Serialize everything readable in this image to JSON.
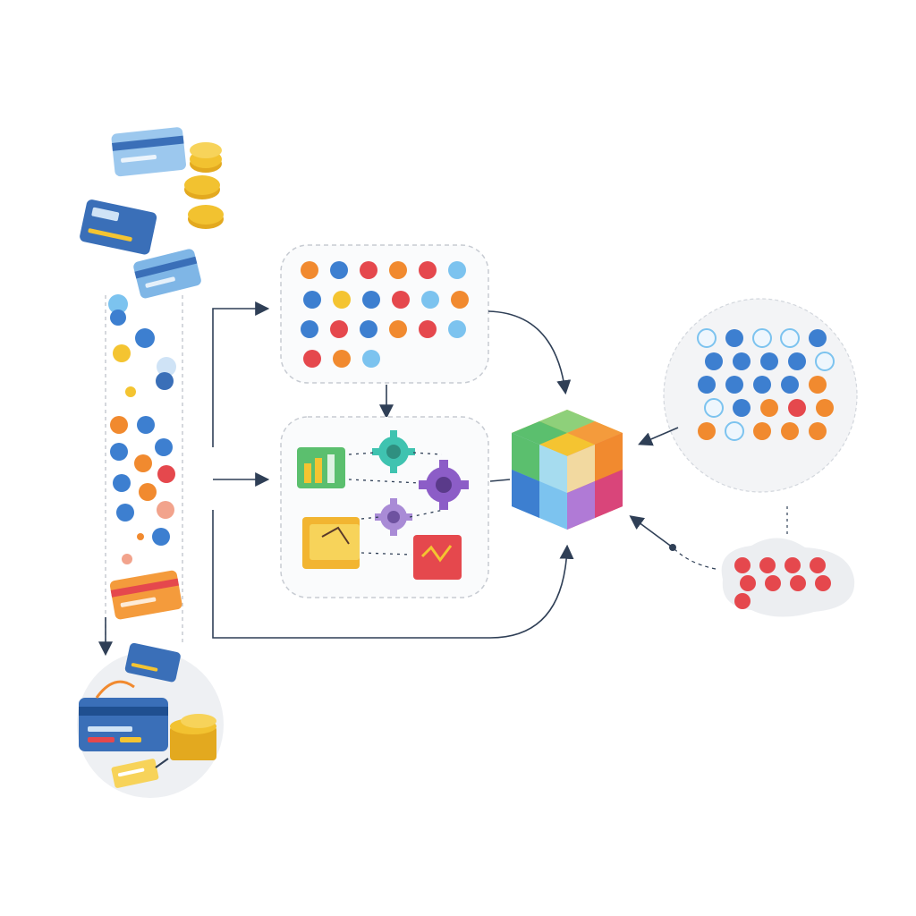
{
  "title": "",
  "colors": {
    "background": "#ffffff",
    "arrow": "#2f3f56",
    "dashed_border": "#c7cbd2",
    "panel_fill": "#fafbfc",
    "blue": "#3d7fd0",
    "light_blue": "#7cc3ef",
    "red": "#e5484d",
    "orange": "#f18a2f",
    "yellow": "#f4c431",
    "green": "#5bbf6e",
    "teal": "#3fc3b0",
    "purple": "#8c5dc7",
    "card_blue": "#3a6fb8",
    "card_light": "#7fb6e6",
    "card_orange": "#f49b3c",
    "coin_gold": "#f2c230"
  },
  "diagram": {
    "source_column": {
      "label": "",
      "items": [
        "credit-card",
        "credit-card",
        "credit-card",
        "coin-stack",
        "data-point",
        "credit-card"
      ]
    },
    "data_cluster_box": {
      "label": "",
      "node_color_order": [
        "orange",
        "blue",
        "red",
        "orange",
        "red",
        "light_blue",
        "blue",
        "yellow",
        "blue",
        "red",
        "light_blue",
        "orange",
        "blue",
        "red",
        "blue",
        "orange",
        "red",
        "light_blue",
        "red",
        "orange",
        "light_blue"
      ]
    },
    "processing_box": {
      "label": "",
      "components": [
        "bar-chart-icon",
        "gear-icon",
        "gear-icon",
        "gear-icon",
        "folder-icon",
        "document-icon"
      ]
    },
    "central_cube": {
      "label": ""
    },
    "right_cluster": {
      "label": "",
      "node_color_order": [
        "light_blue",
        "blue",
        "light_blue",
        "light_blue",
        "blue",
        "blue",
        "blue",
        "blue",
        "blue",
        "light_blue",
        "blue",
        "blue",
        "blue",
        "blue",
        "orange",
        "light_blue",
        "blue",
        "orange",
        "red",
        "orange",
        "orange",
        "light_blue",
        "orange",
        "orange",
        "orange"
      ]
    },
    "red_cluster": {
      "label": "",
      "node_color_order": [
        "red",
        "red",
        "red",
        "red",
        "red",
        "red",
        "red",
        "red",
        "red"
      ]
    },
    "destination": {
      "label": "",
      "items": [
        "credit-card",
        "coin-stack",
        "ticket"
      ]
    }
  }
}
